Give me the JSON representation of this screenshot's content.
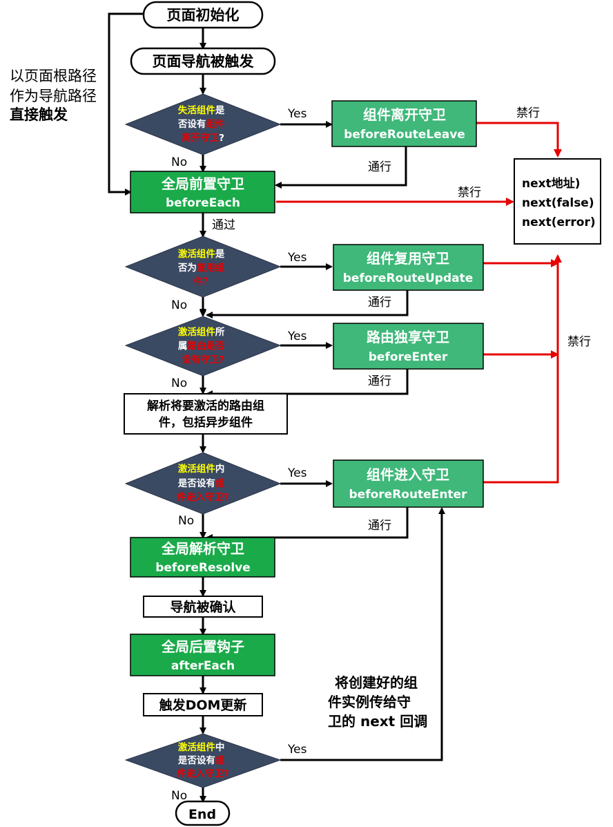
{
  "start": "页面初始化",
  "trigger": "页面导航被触发",
  "side_note": [
    "以页面根路径",
    "作为导航路径",
    "直接触发"
  ],
  "d1": {
    "l1": [
      {
        "t": "失活组件",
        "c": "yellow"
      },
      {
        "t": "是",
        "c": "white"
      }
    ],
    "l2": [
      {
        "t": "否设有",
        "c": "white"
      },
      {
        "t": "组件",
        "c": "red"
      }
    ],
    "l3": [
      {
        "t": "离开守卫",
        "c": "red"
      },
      {
        "t": "?",
        "c": "white"
      }
    ]
  },
  "d2": {
    "l1": [
      {
        "t": "激活组件",
        "c": "yellow"
      },
      {
        "t": "是",
        "c": "white"
      }
    ],
    "l2": [
      {
        "t": "否为",
        "c": "white"
      },
      {
        "t": "复用组",
        "c": "red"
      }
    ],
    "l3": [
      {
        "t": "件？",
        "c": "red"
      }
    ]
  },
  "d3": {
    "l1": [
      {
        "t": "激活组件",
        "c": "yellow"
      },
      {
        "t": "所",
        "c": "white"
      }
    ],
    "l2": [
      {
        "t": "属",
        "c": "white"
      },
      {
        "t": "路由是否",
        "c": "red"
      }
    ],
    "l3": [
      {
        "t": "设有守卫?",
        "c": "red"
      }
    ]
  },
  "d4": {
    "l1": [
      {
        "t": "激活组件",
        "c": "yellow"
      },
      {
        "t": "内",
        "c": "white"
      }
    ],
    "l2": [
      {
        "t": "是否设有",
        "c": "white"
      },
      {
        "t": "组",
        "c": "red"
      }
    ],
    "l3": [
      {
        "t": "件进入守卫?",
        "c": "red"
      }
    ]
  },
  "d5": {
    "l1": [
      {
        "t": "激活组件",
        "c": "yellow"
      },
      {
        "t": "中",
        "c": "white"
      }
    ],
    "l2": [
      {
        "t": "是否设有",
        "c": "white"
      },
      {
        "t": "组",
        "c": "red"
      }
    ],
    "l3": [
      {
        "t": "件进入守卫?",
        "c": "red"
      }
    ]
  },
  "leave_guard": {
    "title": "组件离开守卫",
    "code": "beforeRouteLeave"
  },
  "before_each": {
    "title": "全局前置守卫",
    "code": "beforeEach"
  },
  "update_guard": {
    "title": "组件复用守卫",
    "code": "beforeRouteUpdate"
  },
  "enter_route": {
    "title": "路由独享守卫",
    "code": "beforeEnter"
  },
  "resolve_comp": [
    "解析将要激活的路由组",
    "件，包括异步组件"
  ],
  "route_enter": {
    "title": "组件进入守卫",
    "code": "beforeRouteEnter"
  },
  "before_resolve": {
    "title": "全局解析守卫",
    "code": "beforeResolve"
  },
  "confirmed": "导航被确认",
  "after_each": {
    "title": "全局后置钩子",
    "code": "afterEach"
  },
  "dom_update": "触发DOM更新",
  "end": "End",
  "next_box": [
    "next地址)",
    "next(false)",
    "next(error)"
  ],
  "callback_note": [
    "将创建好的组",
    "件实例传给守",
    "卫的 next 回调"
  ],
  "labels": {
    "yes": "Yes",
    "no": "No",
    "pass": "通行",
    "pass2": "通过",
    "forbid": "禁行"
  },
  "colors": {
    "green_dark": "#1aaa4a",
    "green_light": "#3fb87a",
    "diamond": "#3b4a63",
    "red": "#e60000",
    "yellow": "#ffff00"
  }
}
